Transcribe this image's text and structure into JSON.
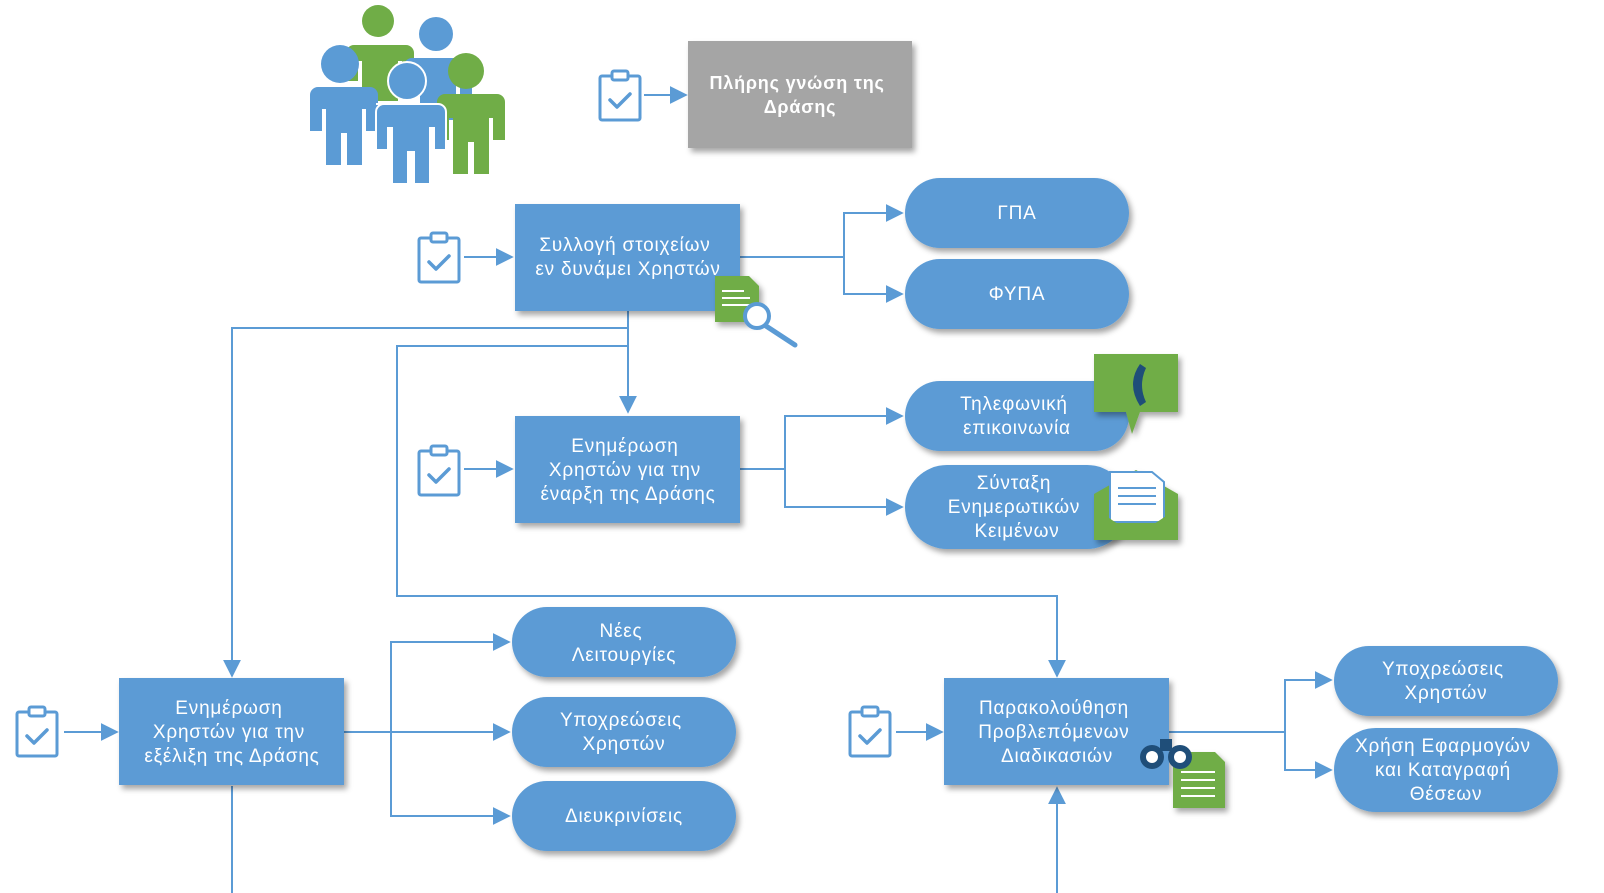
{
  "colors": {
    "primary": "#5b9bd5",
    "green": "#70ad47",
    "grey": "#a5a5a5",
    "connector": "#5b9bd5",
    "text": "#ffffff"
  },
  "header": {
    "people_icon": "people-group-icon",
    "title_box": {
      "lines": [
        "Πλήρης γνώση της",
        "Δράσης"
      ]
    }
  },
  "steps": {
    "collect": {
      "lines": [
        "Συλλογή στοιχείων",
        "εν δυνάμει Χρηστών"
      ],
      "icon": "document-search-icon"
    },
    "inform_start": {
      "lines": [
        "Ενημέρωση",
        "Χρηστών για την",
        "έναρξη της Δράσης"
      ]
    },
    "inform_progress": {
      "lines": [
        "Ενημέρωση",
        "Χρηστών για την",
        "εξέλιξη της Δράσης"
      ]
    },
    "monitor": {
      "lines": [
        "Παρακολούθηση",
        "Προβλεπόμενων",
        "Διαδικασιών"
      ],
      "icon": "binoculars-document-icon"
    }
  },
  "outputs": {
    "gpa": {
      "lines": [
        "ΓΠΑ"
      ]
    },
    "fypa": {
      "lines": [
        "ΦΥΠΑ"
      ]
    },
    "phone": {
      "lines": [
        "Τηλεφωνική",
        "επικοινωνία"
      ],
      "icon": "phone-speech-icon"
    },
    "texts": {
      "lines": [
        "Σύνταξη",
        "Ενημερωτικών",
        "Κειμένων"
      ],
      "icon": "envelope-letter-icon"
    },
    "new_functions": {
      "lines": [
        "Νέες",
        "Λειτουργίες"
      ]
    },
    "user_obligations_1": {
      "lines": [
        "Υποχρεώσεις",
        "Χρηστών"
      ]
    },
    "clarifications": {
      "lines": [
        "Διευκρινίσεις"
      ]
    },
    "user_obligations_2": {
      "lines": [
        "Υποχρεώσεις",
        "Χρηστών"
      ]
    },
    "apps_usage": {
      "lines": [
        "Χρήση Εφαρμογών",
        "και Καταγραφή",
        "Θέσεων"
      ]
    }
  },
  "checklist_icon": "clipboard-check-icon"
}
